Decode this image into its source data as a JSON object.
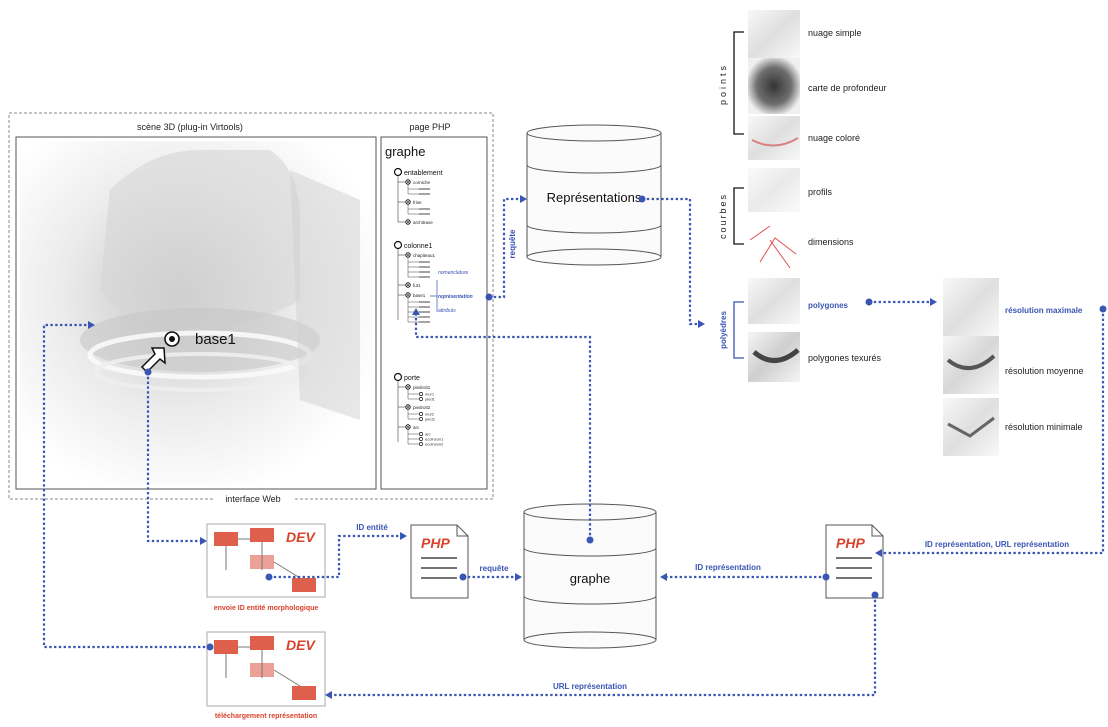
{
  "interface": {
    "scene_title": "scène 3D (plug-in Virtools)",
    "php_page_title": "page PHP",
    "bottom_label": "interface Web",
    "cursor_label": "base1",
    "graph_title": "graphe"
  },
  "tree": {
    "groups": [
      {
        "label": "entablement",
        "children": [
          {
            "label": "corniche",
            "leaves": [
              "",
              ""
            ]
          },
          {
            "label": "frise",
            "leaves": [
              "",
              ""
            ]
          },
          {
            "label": "architrave",
            "leaves": []
          }
        ]
      },
      {
        "label": "colonne1",
        "children": [
          {
            "label": "chapiteau1",
            "leaves": [
              "",
              "",
              "",
              ""
            ]
          },
          {
            "label": "fut1",
            "leaves": []
          },
          {
            "label": "base1",
            "leaves": [
              "",
              "",
              "",
              "",
              ""
            ]
          }
        ]
      },
      {
        "label": "porte",
        "children": [
          {
            "label": "piedroit1",
            "leaves": [
              "mur1",
              "pied1"
            ]
          },
          {
            "label": "piedroit2",
            "leaves": [
              "mur2",
              "pied2"
            ]
          },
          {
            "label": "arc",
            "leaves": [
              "arc",
              "ecoinson1",
              "ecoinson2"
            ]
          }
        ]
      }
    ],
    "base1_options": [
      "nomenclature",
      "représentation",
      "attributs"
    ]
  },
  "databases": {
    "representations": "Représentations",
    "graphe": "graphe"
  },
  "flow_labels": {
    "requete_vertical": "requête",
    "id_entite": "ID entité",
    "requete": "requête",
    "id_representation": "ID représentation",
    "id_url_representation": "ID représentation, URL représentation",
    "url_representation": "URL représentation"
  },
  "documents": {
    "dev_label": "DEV",
    "php_label": "PHP",
    "dev1_caption": "envoie ID entité morphologique",
    "dev2_caption": "téléchargement représentation"
  },
  "representations": {
    "points": {
      "label": "points",
      "items": [
        "nuage simple",
        "carte de profondeur",
        "nuage coloré"
      ]
    },
    "courbes": {
      "label": "courbes",
      "items": [
        "profils",
        "dimensions"
      ]
    },
    "polyedres": {
      "label": "polyèdres",
      "items": [
        "polygones",
        "polygones texurés"
      ]
    },
    "resolutions": [
      "résolution maximale",
      "résolution moyenne",
      "résolution minimale"
    ]
  },
  "colors": {
    "flow": "#3a55b4",
    "accent_red": "#d8432b",
    "outline": "#555555"
  }
}
